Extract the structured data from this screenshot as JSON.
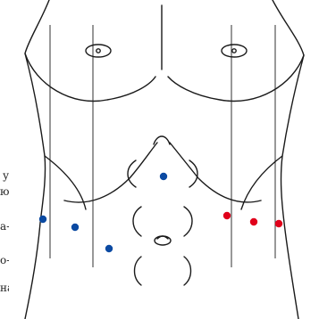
{
  "text_fragments": [
    "у",
    "ю",
    "а-",
    "о-",
    "на"
  ],
  "colors": {
    "outline": "#1a1a1a",
    "left_dots": "#0b4aa2",
    "right_dots": "#e0001b",
    "background": "#ffffff"
  },
  "icons": {
    "nipple": "circle-with-dot",
    "navel": "oval-navel"
  }
}
